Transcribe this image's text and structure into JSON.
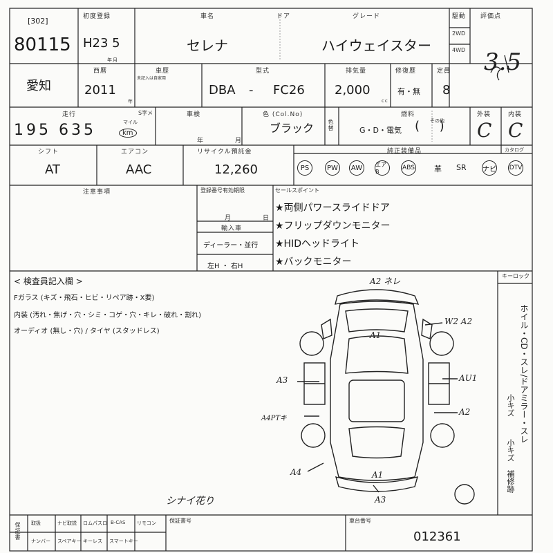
{
  "header": {
    "lot_bracket": "[302]",
    "lot_number": "80115",
    "first_reg_label": "初度登録",
    "first_reg": "H23 5",
    "year_unit": "年月",
    "model_label": "車名",
    "model": "セレナ",
    "door_label": "ドア",
    "grade_label": "グレード",
    "grade": "ハイウェイスター",
    "drive_label": "駆動",
    "drive_2wd": "2WD",
    "drive_4wd": "4WD",
    "score_label": "評価点",
    "score": "3.5"
  },
  "row2": {
    "area": "愛知",
    "year_label": "西暦",
    "year": "2011",
    "year_unit": "年",
    "inspection_label": "車歴",
    "inspection_note": "未記入は自家用",
    "type_label": "型式",
    "type_prefix": "DBA",
    "type_dash": "-",
    "type_code": "FC26",
    "displacement_label": "排気量",
    "displacement": "2,000",
    "displacement_unit": "cc",
    "recycle_label": "修復歴",
    "recycle": "有・無",
    "seats_label": "定員",
    "seats": "8"
  },
  "row3": {
    "mileage_label": "走行",
    "mileage_s": "S字メ",
    "mileage": "195 635",
    "mileage_unit": "km",
    "mileage_unit_label": "マイル",
    "inspection_label": "車検",
    "inspection_year": "年",
    "inspection_month": "月",
    "color_label": "色 (Col.No)",
    "color": "ブラック",
    "color_change": "色替",
    "fuel_label": "燃料",
    "fuel": "G・D・電気",
    "fuel_other": "その他",
    "exterior_label": "外装",
    "exterior": "C",
    "interior_label": "内装",
    "interior": "C"
  },
  "row4": {
    "shift_label": "シフト",
    "shift": "AT",
    "aircon_label": "エアコン",
    "aircon": "AAC",
    "recycle_fee_label": "リサイクル預託金",
    "recycle_fee": "12,260",
    "equipment_label": "純正装備品",
    "equipment": [
      "PS",
      "PW",
      "AW",
      "エアB",
      "ABS",
      "革",
      "SR",
      "ナビ",
      "DTV"
    ],
    "catalog_label": "カタログ"
  },
  "notes": {
    "caution_label": "注意事項",
    "inspection_valid_label": "登録番号有効期限",
    "month": "月",
    "day": "日",
    "import_label": "輸入車",
    "import_dealer": "ディーラー・並行",
    "import_handle": "左H ・ 右H",
    "sales_points_label": "セールスポイント",
    "sales_points": [
      "★両側パワースライドドア",
      "★フリップダウンモニター",
      "★HIDヘッドライト",
      "★バックモニター"
    ]
  },
  "inspector": {
    "title": "< 検査員記入欄 >",
    "glass": "Fガラス (キズ・飛石・ヒビ・リペア跡・X要)",
    "interior": "内装 (汚れ・焦げ・穴・シミ・コゲ・穴・キレ・破れ・割れ)",
    "audio": "オーディオ (無し・穴) / タイヤ (スタッドレス)",
    "side_note": "ホイル・CD・スレ/ドアミラー・スレ",
    "side_small1": "小キズ",
    "side_small2": "小キズ",
    "side_paint": "補修跡",
    "stamp_label": "キーロック"
  },
  "diagram": {
    "marks": [
      {
        "code": "A2 ネレ"
      },
      {
        "code": "W2 A2"
      },
      {
        "code": "A1"
      },
      {
        "code": "A3"
      },
      {
        "code": "AU1"
      },
      {
        "code": "A4PTキ"
      },
      {
        "code": "A2"
      },
      {
        "code": "A4"
      },
      {
        "code": "A1"
      },
      {
        "code": "A3"
      }
    ],
    "signature": "シナイ花り"
  },
  "footer": {
    "cells_top": [
      "取扱",
      "ナビ取説",
      "ロムパスロ",
      "B-CAS",
      "リモコン"
    ],
    "cells_bottom": [
      "ナンバー",
      "スペアキー",
      "キーレス",
      "スマートキー"
    ],
    "col_label": "保証書",
    "cert_label": "保証書号",
    "frame_label": "車台番号",
    "frame_number": "012361"
  }
}
